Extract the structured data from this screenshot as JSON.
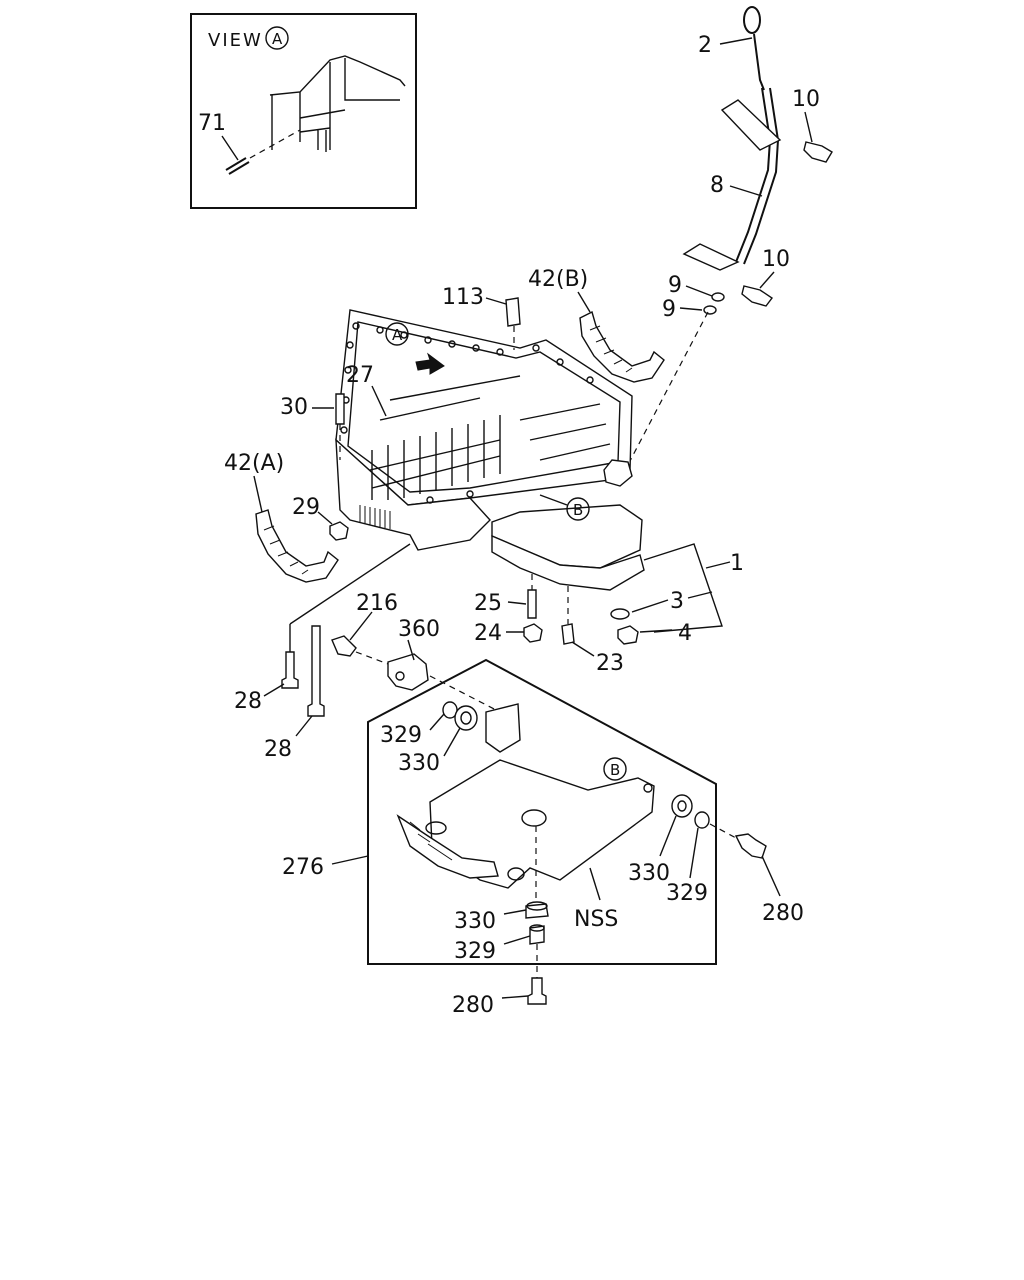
{
  "inset": {
    "title": "VIEW",
    "view_ref": "A",
    "part": "71"
  },
  "refs": {
    "a": "A",
    "b": "B"
  },
  "callouts": {
    "p2": "2",
    "p10a": "10",
    "p8": "8",
    "p10b": "10",
    "p9a": "9",
    "p9b": "9",
    "p113": "113",
    "p42b": "42(B)",
    "p27": "27",
    "p30": "30",
    "p42a": "42(A)",
    "p29": "29",
    "p1": "1",
    "p3": "3",
    "p4": "4",
    "p25": "25",
    "p24": "24",
    "p23": "23",
    "p216": "216",
    "p360": "360",
    "p28a": "28",
    "p28b": "28",
    "p329a": "329",
    "p330a": "330",
    "p276": "276",
    "p330b": "330",
    "p329b": "329",
    "p280a": "280",
    "p330c": "330",
    "p329c": "329",
    "nss": "NSS",
    "p280b": "280"
  }
}
